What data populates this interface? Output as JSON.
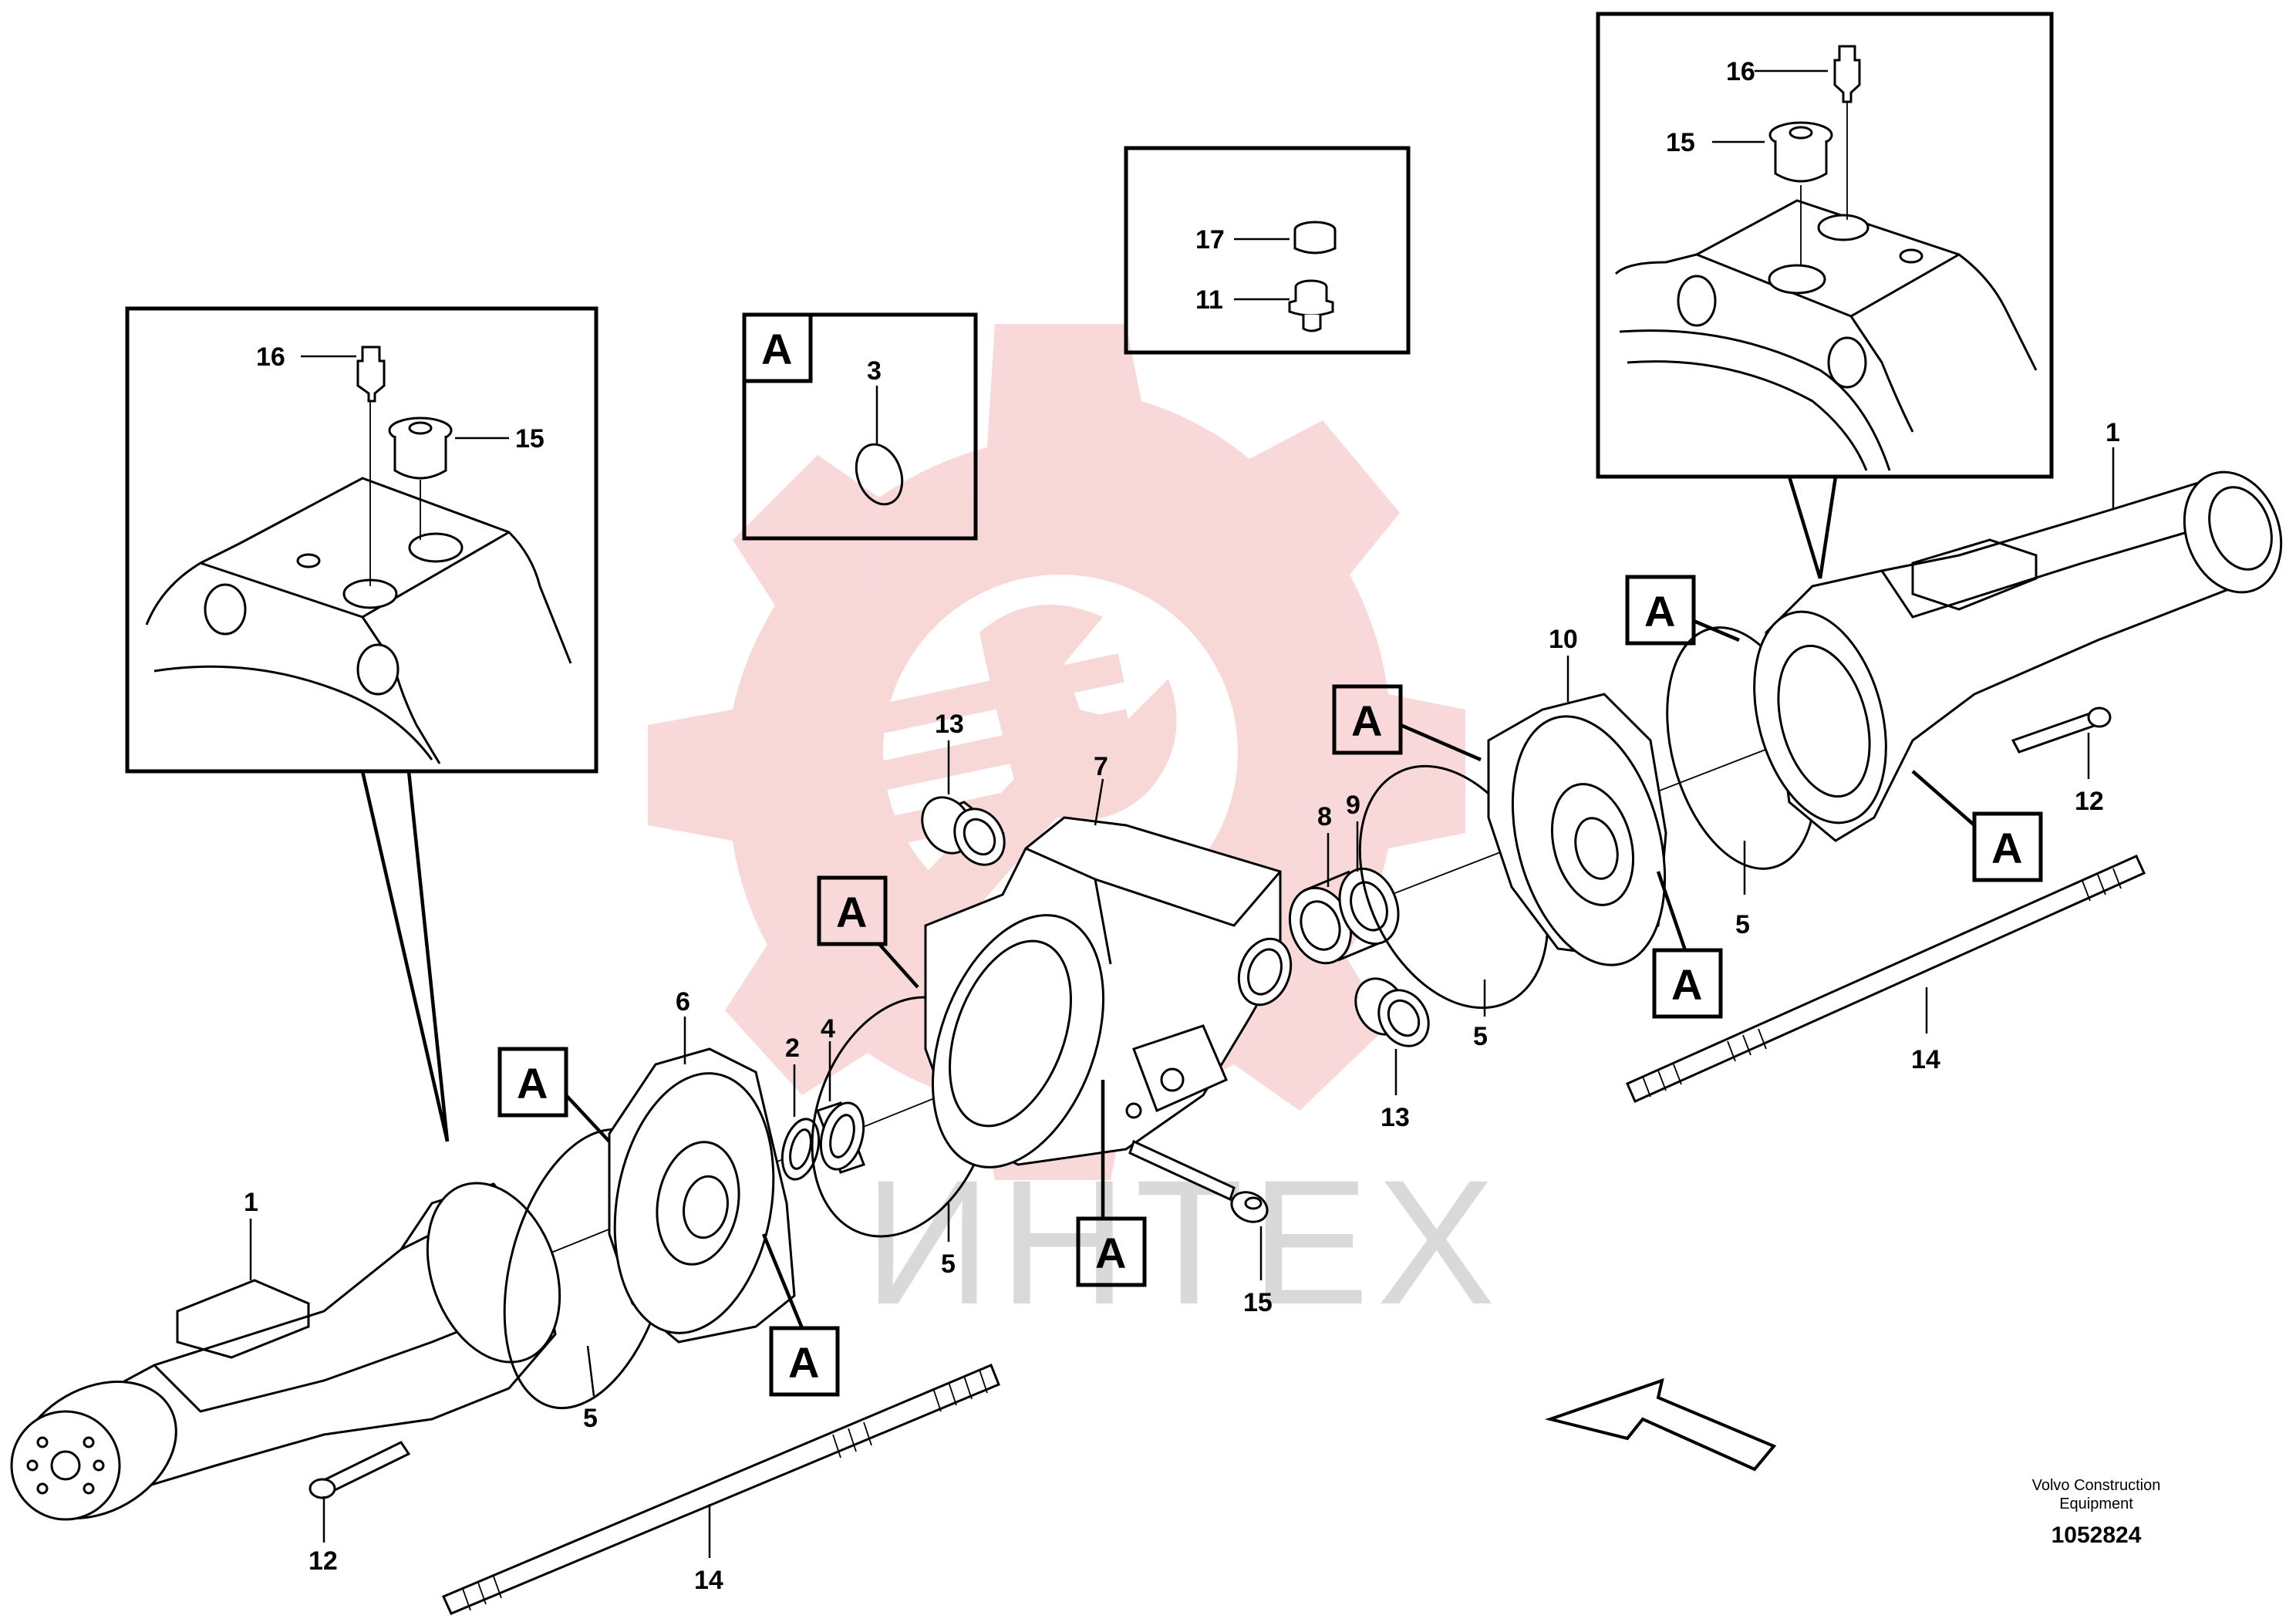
{
  "watermark": {
    "text": "ИНТЕХ",
    "color": "#f0a8a8",
    "text_color": "#d9d9d9"
  },
  "callout_label": "A",
  "parts": {
    "p1": "1",
    "p2": "2",
    "p3": "3",
    "p4": "4",
    "p5": "5",
    "p6": "6",
    "p7": "7",
    "p8": "8",
    "p9": "9",
    "p10": "10",
    "p11": "11",
    "p12": "12",
    "p13": "13",
    "p14": "14",
    "p15": "15",
    "p16": "16",
    "p17": "17"
  },
  "credit": {
    "line1": "Volvo Construction",
    "line2": "Equipment",
    "doc_number": "1052824"
  }
}
